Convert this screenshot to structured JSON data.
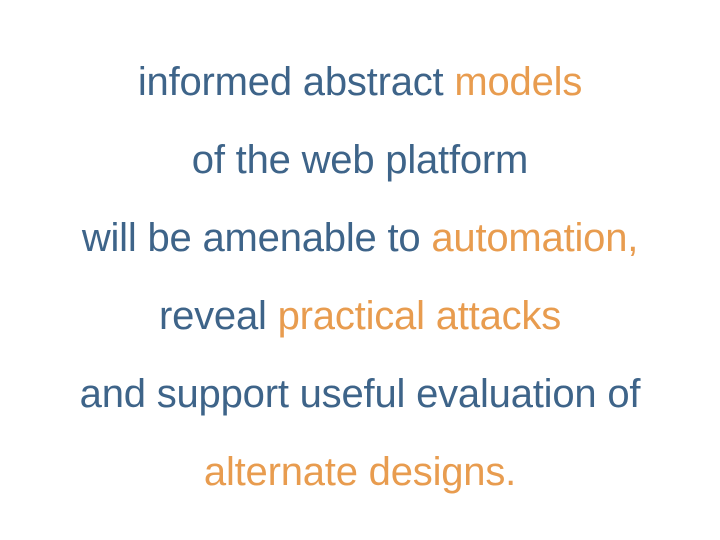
{
  "slide": {
    "background_color": "#FFFFFF",
    "colors": {
      "blue": "#3E6489",
      "orange": "#E89C4F"
    },
    "full_text": "informed abstract models of the web platform will be amenable to automation, reveal practical attacks and support useful evaluation of alternate designs.",
    "lines": [
      {
        "index": 1,
        "segments": [
          {
            "text": "informed abstract ",
            "color": "#3E6489"
          },
          {
            "text": "models",
            "color": "#E89C4F"
          }
        ]
      },
      {
        "index": 2,
        "segments": [
          {
            "text": "of the web platform",
            "color": "#3E6489"
          }
        ]
      },
      {
        "index": 3,
        "segments": [
          {
            "text": "will be amenable to ",
            "color": "#3E6489"
          },
          {
            "text": "automation,",
            "color": "#E89C4F"
          }
        ]
      },
      {
        "index": 4,
        "segments": [
          {
            "text": "reveal ",
            "color": "#3E6489"
          },
          {
            "text": "practical attacks",
            "color": "#E89C4F"
          }
        ]
      },
      {
        "index": 5,
        "segments": [
          {
            "text": "and support useful evaluation of",
            "color": "#3E6489"
          }
        ]
      },
      {
        "index": 6,
        "segments": [
          {
            "text": "alternate designs.",
            "color": "#E89C4F"
          }
        ]
      }
    ]
  }
}
